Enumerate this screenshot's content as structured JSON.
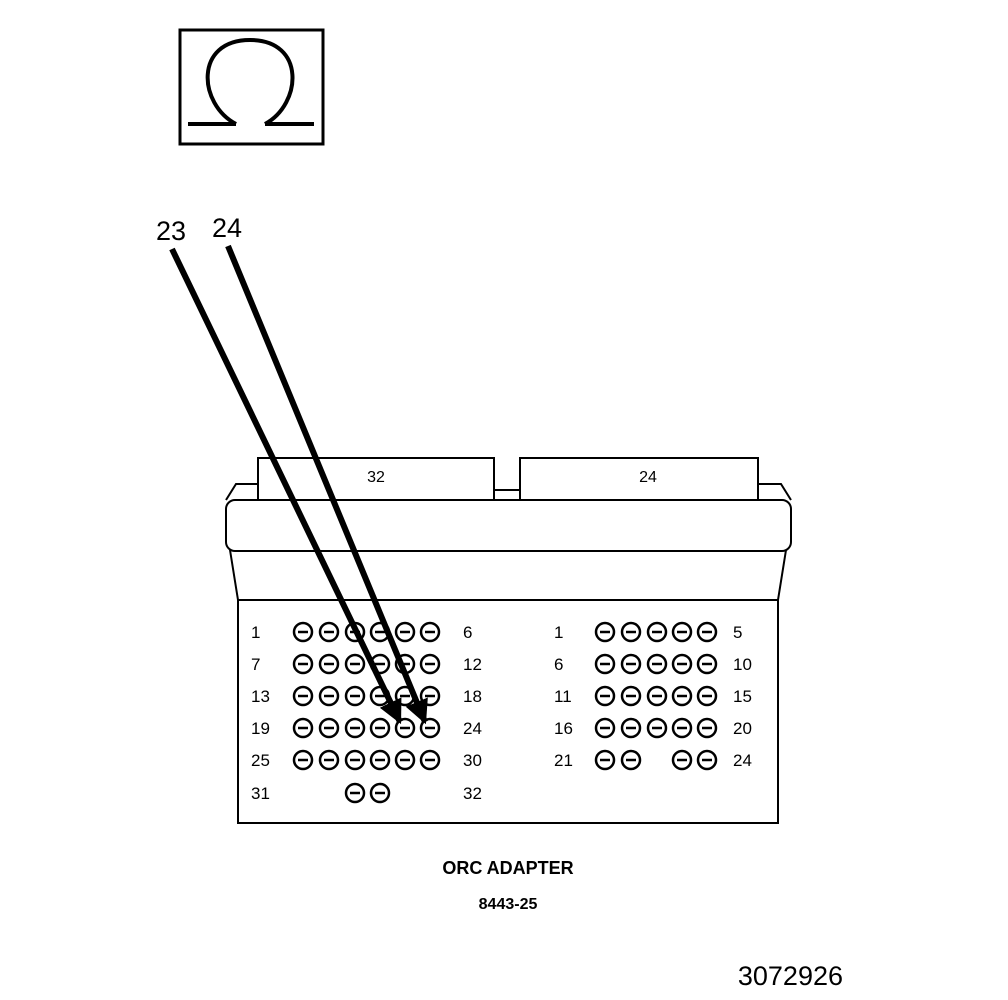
{
  "meter": {
    "symbol": "Ω",
    "icon": "ohmmeter-icon"
  },
  "callouts": {
    "left": "23",
    "right": "24"
  },
  "connectors": {
    "left": {
      "header_label": "32"
    },
    "right": {
      "header_label": "24"
    }
  },
  "pin_rows": {
    "left": [
      {
        "start": "1",
        "end": "6"
      },
      {
        "start": "7",
        "end": "12"
      },
      {
        "start": "13",
        "end": "18"
      },
      {
        "start": "19",
        "end": "24"
      },
      {
        "start": "25",
        "end": "30"
      },
      {
        "start": "31",
        "end": "32"
      }
    ],
    "right": [
      {
        "start": "1",
        "end": "5"
      },
      {
        "start": "6",
        "end": "10"
      },
      {
        "start": "11",
        "end": "15"
      },
      {
        "start": "16",
        "end": "20"
      },
      {
        "start": "21",
        "end": "24"
      }
    ]
  },
  "caption": {
    "title": "ORC ADAPTER",
    "part_number": "8443-25"
  },
  "figure_number": "3072926"
}
